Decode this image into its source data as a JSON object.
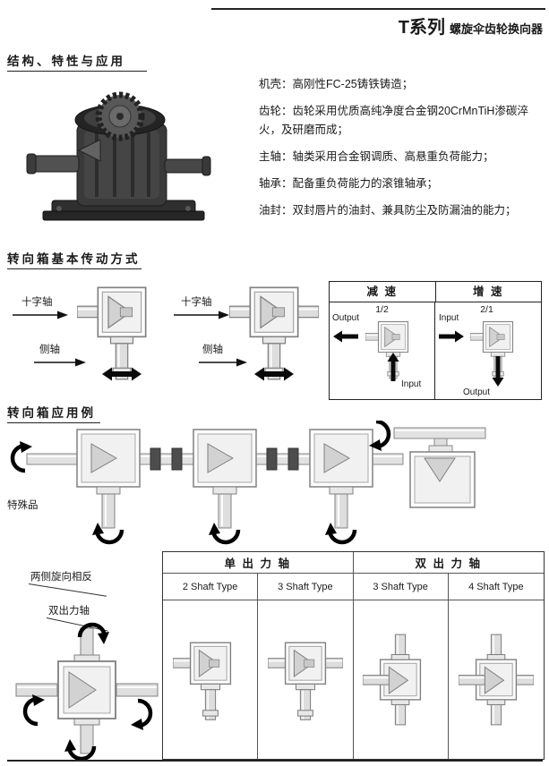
{
  "page": {
    "header": {
      "series": "T系列",
      "subtitle": "螺旋伞齿轮换向器"
    },
    "features": {
      "title": "结构、特性与应用",
      "specs": [
        "机壳：高刚性FC-25铸铁铸造；",
        "齿轮：齿轮采用优质高纯净度合金钢20CrMnTiH渗碳淬火，及研磨而成；",
        "主轴：轴类采用合金钢调质、高悬重负荷能力；",
        "轴承：配备重负荷能力的滚锥轴承；",
        "油封：双封唇片的油封、兼具防尘及防漏油的能力；"
      ]
    },
    "transmission": {
      "title": "转向箱基本传动方式",
      "diagrams": [
        {
          "cross_shaft": "十字轴",
          "side_shaft": "侧轴"
        },
        {
          "cross_shaft": "十字轴",
          "side_shaft": "侧轴"
        }
      ],
      "ratio_table": {
        "reduction": {
          "header": "减 速",
          "ratio": "1/2",
          "side": "Output",
          "bottom": "Input"
        },
        "increase": {
          "header": "增 速",
          "ratio": "2/1",
          "side": "Input",
          "bottom": "Output"
        }
      }
    },
    "applications": {
      "title": "转向箱应用例",
      "special": "特殊品"
    },
    "types": {
      "opposite_rotation": "两侧旋向相反",
      "double_output": "双出力轴",
      "table": {
        "single_output_header": "单 出 力 轴",
        "double_output_header": "双 出 力 轴",
        "columns": [
          "2 Shaft Type",
          "3 Shaft Type",
          "3 Shaft Type",
          "4 Shaft Type"
        ]
      }
    }
  }
}
